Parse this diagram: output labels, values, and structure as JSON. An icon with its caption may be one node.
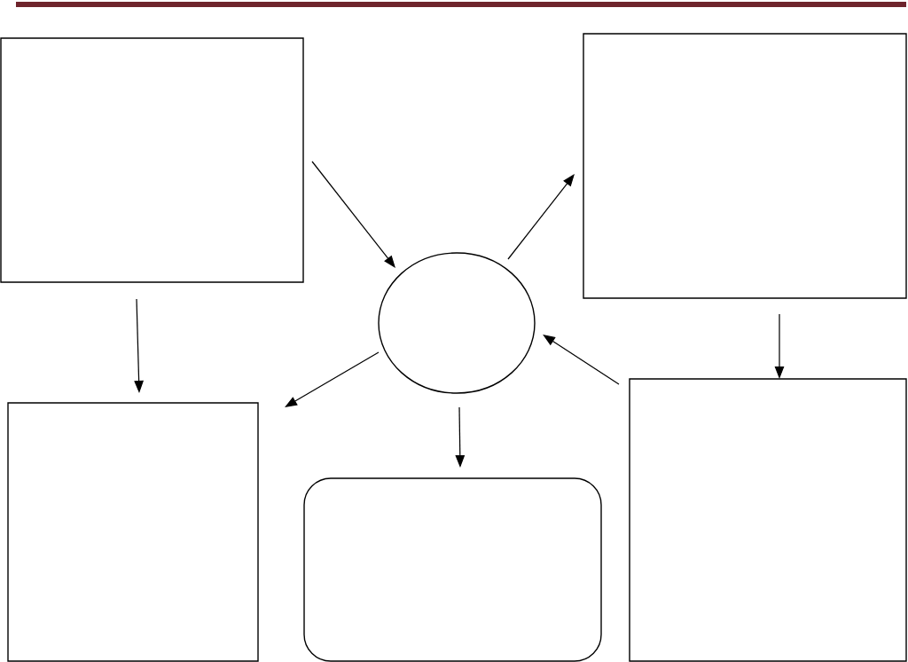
{
  "diagram": {
    "nodes": [
      {
        "text": [],
        "shape": "box"
      },
      {
        "text": [],
        "shape": "box"
      },
      {
        "text": [],
        "shape": "ellipse"
      },
      {
        "text": [],
        "shape": "box"
      },
      {
        "text": [],
        "shape": "box"
      },
      {
        "text": [],
        "shape": "box"
      }
    ],
    "edges": [
      {
        "from": 0,
        "to": 2,
        "arrow": "to"
      },
      {
        "from": 2,
        "to": 1,
        "arrow": "to"
      },
      {
        "from": 0,
        "to": 3,
        "arrow": "to"
      },
      {
        "from": 1,
        "to": 5,
        "arrow": "to"
      },
      {
        "from": 5,
        "to": 2,
        "arrow": "to"
      },
      {
        "from": 2,
        "to": 3,
        "arrow": "to"
      },
      {
        "from": 2,
        "to": 4,
        "arrow": "to"
      }
    ]
  }
}
